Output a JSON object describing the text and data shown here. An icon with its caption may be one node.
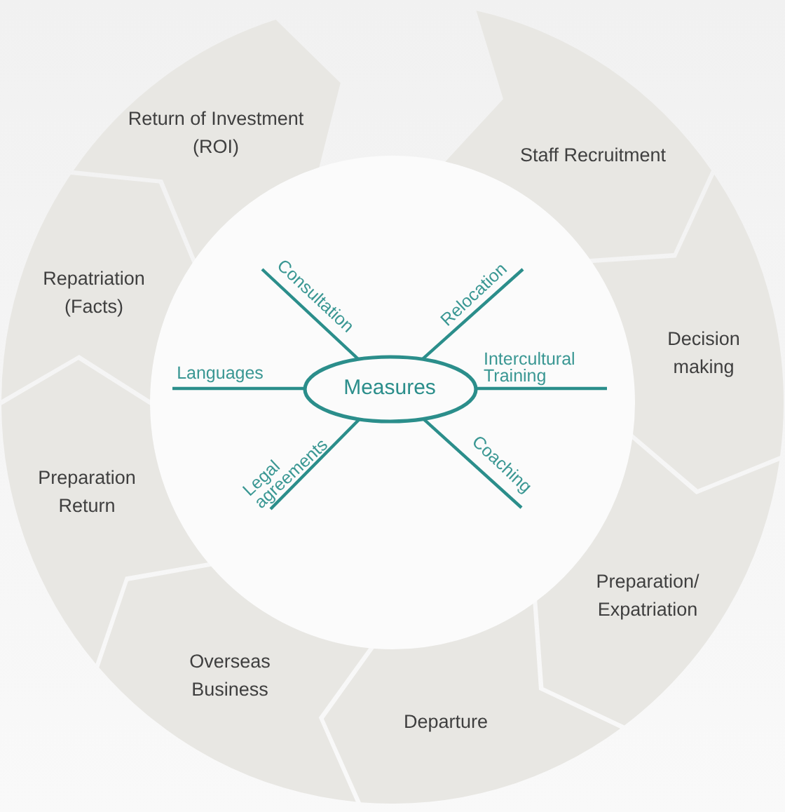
{
  "diagram": {
    "nodes": [
      {
        "text": [
          "Staff Recruitment"
        ]
      },
      {
        "text": [
          "Decision making"
        ]
      },
      {
        "text": [
          "Preparation/ Expatriation"
        ]
      },
      {
        "text": [
          "Departure"
        ]
      },
      {
        "text": [
          "Overseas Business"
        ]
      },
      {
        "text": [
          "Preparation Return"
        ]
      },
      {
        "text": [
          "Repatriation (Facts)"
        ]
      },
      {
        "text": [
          "Return of Investment (ROI)"
        ]
      },
      {
        "text": [
          "Measures"
        ]
      }
    ],
    "edges": [
      {
        "from": 8,
        "to": null,
        "arrow": "none",
        "label": "Consultation"
      },
      {
        "from": 8,
        "to": null,
        "arrow": "none",
        "label": "Relocation"
      },
      {
        "from": 8,
        "to": null,
        "arrow": "none",
        "label": "Languages"
      },
      {
        "from": 8,
        "to": null,
        "arrow": "none",
        "label": "Intercultural Training"
      },
      {
        "from": 8,
        "to": null,
        "arrow": "none",
        "label": "Legal agreements"
      },
      {
        "from": 8,
        "to": null,
        "arrow": "none",
        "label": "Coaching"
      }
    ]
  }
}
